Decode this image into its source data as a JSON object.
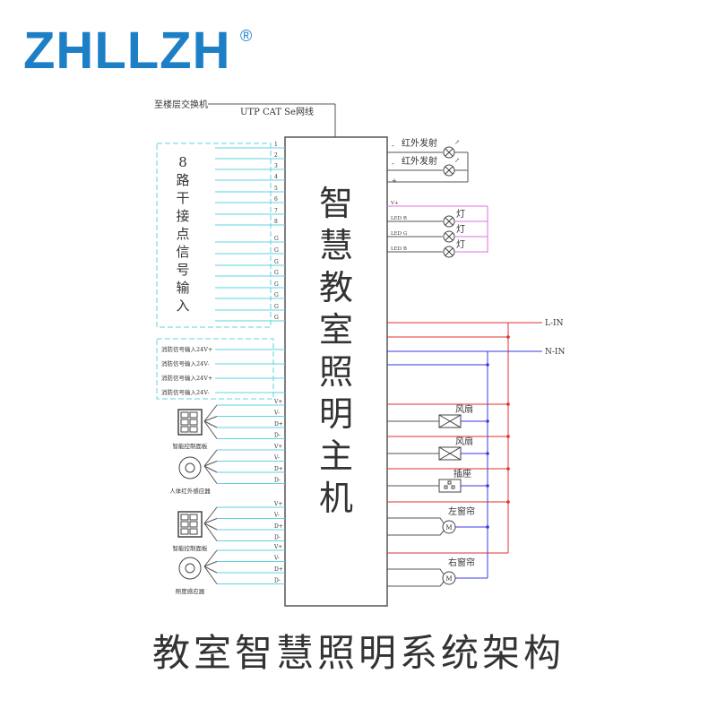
{
  "logo": {
    "text": "ZHLLZH",
    "mark": "®"
  },
  "title": "教室智慧照明系统架构",
  "colors": {
    "logo": "#1d7fc6",
    "cyan": "#5fd3e0",
    "pink": "#e070e0",
    "live": "#e03030",
    "neutral": "#3a3ae0",
    "wire": "#555555"
  },
  "network": {
    "switch_label": "至楼层交换机",
    "cable_label": "UTP CAT Se网线"
  },
  "host": {
    "chars": [
      "智",
      "慧",
      "教",
      "室",
      "照",
      "明",
      "主",
      "机"
    ]
  },
  "dry_contact": {
    "label_chars": [
      "8",
      "路",
      "干",
      "接",
      "点",
      "信",
      "号",
      "输",
      "入"
    ],
    "pins": [
      "1",
      "2",
      "3",
      "4",
      "5",
      "6",
      "7",
      "8",
      "G",
      "G",
      "G",
      "G",
      "G",
      "G",
      "G",
      "G"
    ]
  },
  "fire_inputs": [
    "消防信号输入24V+",
    "消防信号输入24V-",
    "消防信号输入24V+",
    "消防信号输入24V-"
  ],
  "devices": [
    {
      "label": "智能控制面板",
      "type": "panel",
      "pins": [
        "V+",
        "V-",
        "D+",
        "D-"
      ]
    },
    {
      "label": "人体红外感应器",
      "type": "sensor",
      "pins": [
        "V+",
        "V-",
        "D+",
        "D-"
      ]
    },
    {
      "label": "智能控制面板",
      "type": "panel",
      "pins": [
        "V+",
        "V-",
        "D+",
        "D-"
      ]
    },
    {
      "label": "照度感应器",
      "type": "sensor",
      "pins": [
        "V+",
        "V-",
        "D+",
        "D-"
      ]
    }
  ],
  "ir": {
    "rows": [
      {
        "pin": "-",
        "label": "红外发射"
      },
      {
        "pin": "-",
        "label": "红外发射"
      }
    ],
    "plus": "+"
  },
  "led": {
    "vplus": "V+",
    "rows": [
      {
        "pin": "LED R",
        "label": "灯"
      },
      {
        "pin": "LED G",
        "label": "灯"
      },
      {
        "pin": "LED B",
        "label": "灯"
      }
    ]
  },
  "power": {
    "live": "L-IN",
    "neutral": "N-IN"
  },
  "loads": [
    {
      "label": "风扇",
      "type": "fan"
    },
    {
      "label": "风扇",
      "type": "fan"
    },
    {
      "label": "插座",
      "type": "socket"
    },
    {
      "label": "左窗帘",
      "type": "motor"
    },
    {
      "label": "右窗帘",
      "type": "motor"
    }
  ]
}
